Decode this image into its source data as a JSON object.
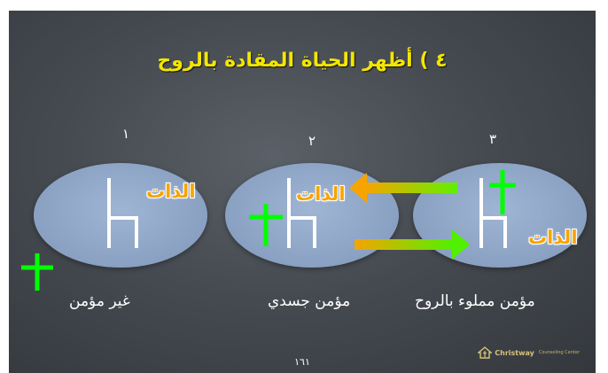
{
  "slide": {
    "title": "٤ ) أظهر الحياة المقادة بالروح",
    "page_number": "١٦١"
  },
  "diagrams": [
    {
      "number": "١",
      "self_label": "الذات",
      "caption": "غير مؤمن"
    },
    {
      "number": "٢",
      "self_label": "الذات",
      "caption": "مؤمن جسدي"
    },
    {
      "number": "٣",
      "self_label": "الذات",
      "caption": "مؤمن مملوء بالروح"
    }
  ],
  "logo": {
    "name": "Christway",
    "subtitle": "Counseling Center"
  },
  "colors": {
    "title": "#f3e600",
    "self_label": "#f7a400",
    "cross": "#00ff00",
    "arrow_top": "#88e000",
    "arrow_bottom": "#f7a400",
    "throne": "#ffffff"
  }
}
